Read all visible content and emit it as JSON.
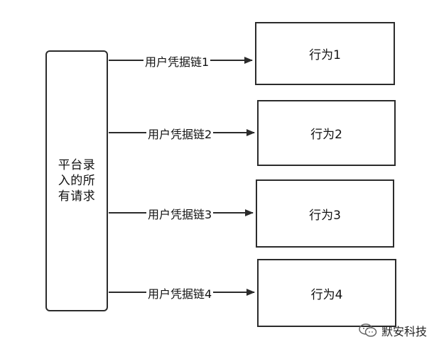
{
  "source": {
    "label": "平台录入的所有请求"
  },
  "edges": [
    {
      "label": "用户凭据链1"
    },
    {
      "label": "用户凭据链2"
    },
    {
      "label": "用户凭据链3"
    },
    {
      "label": "用户凭据链4"
    }
  ],
  "targets": [
    {
      "label": "行为1"
    },
    {
      "label": "行为2"
    },
    {
      "label": "行为3"
    },
    {
      "label": "行为4"
    }
  ],
  "watermark": {
    "text": "默安科技",
    "icon": "wechat-icon"
  }
}
